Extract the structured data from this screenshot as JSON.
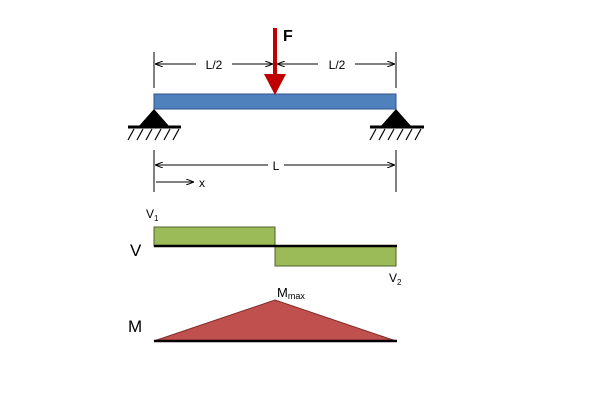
{
  "diagram": {
    "force_label": "F",
    "half_span_left": "L/2",
    "half_span_right": "L/2",
    "span_label": "L",
    "x_label": "x",
    "shear_axis_label": "V",
    "shear_start": {
      "symbol": "V",
      "subscript": "1"
    },
    "shear_end": {
      "symbol": "V",
      "subscript": "2"
    },
    "moment_axis_label": "M",
    "moment_peak": {
      "symbol": "M",
      "subscript": "max"
    }
  },
  "colors": {
    "beam": "#4f81bd",
    "beam_edge": "#2f528f",
    "force_arrow": "#c00000",
    "shear_fill": "#9bbb59",
    "shear_edge": "#4f6228",
    "moment_fill": "#c0504d",
    "moment_edge": "#7f2a28",
    "line": "#000000"
  },
  "icons": {
    "support_left": "pin-support-icon",
    "support_right": "pin-support-icon",
    "force": "down-arrow-icon"
  }
}
